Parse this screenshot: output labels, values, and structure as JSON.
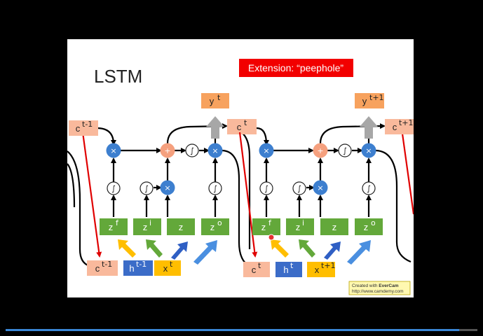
{
  "slide": {
    "title": "LSTM",
    "extension_label": "Extension: “peephole”",
    "colors": {
      "extension_bg": "#f20000",
      "cell_fill": "#f9b99c",
      "output_fill": "#f7a25e",
      "gate_fill": "#63a83a",
      "h_fill": "#3b6cc8",
      "x_fill": "#ffbe00",
      "mult_fill": "#3d7fcf",
      "add_fill": "#f5a07e",
      "peephole_line": "#e00000"
    },
    "left_cell": {
      "c_prev": "c",
      "c_prev_sup": "t-1",
      "c_out": "c",
      "c_out_sup": "t",
      "y_out": "y",
      "y_out_sup": "t",
      "gate_zf": "z",
      "gate_zf_sup": "f",
      "gate_zi": "z",
      "gate_zi_sup": "i",
      "gate_z": "z",
      "gate_zo": "z",
      "gate_zo_sup": "o",
      "in_c": "c",
      "in_c_sup": "t-1",
      "in_h": "h",
      "in_h_sup": "t-1",
      "in_x": "x",
      "in_x_sup": "t"
    },
    "right_cell": {
      "c_out": "c",
      "c_out_sup": "t+1",
      "y_out": "y",
      "y_out_sup": "t+1",
      "gate_zf": "z",
      "gate_zf_sup": "f",
      "gate_zi": "z",
      "gate_zi_sup": "i",
      "gate_z": "z",
      "gate_zo": "z",
      "gate_zo_sup": "o",
      "in_c": "c",
      "in_c_sup": "t",
      "in_h": "h",
      "in_h_sup": "t",
      "in_x": "x",
      "in_x_sup": "t+1"
    },
    "ops": {
      "multiply": "×",
      "add": "+",
      "sigmoid": "∫"
    },
    "watermark": {
      "line1_prefix": "Created with ",
      "line1_brand": "EverCam",
      "line2": "http://www.camdemy.com"
    }
  }
}
